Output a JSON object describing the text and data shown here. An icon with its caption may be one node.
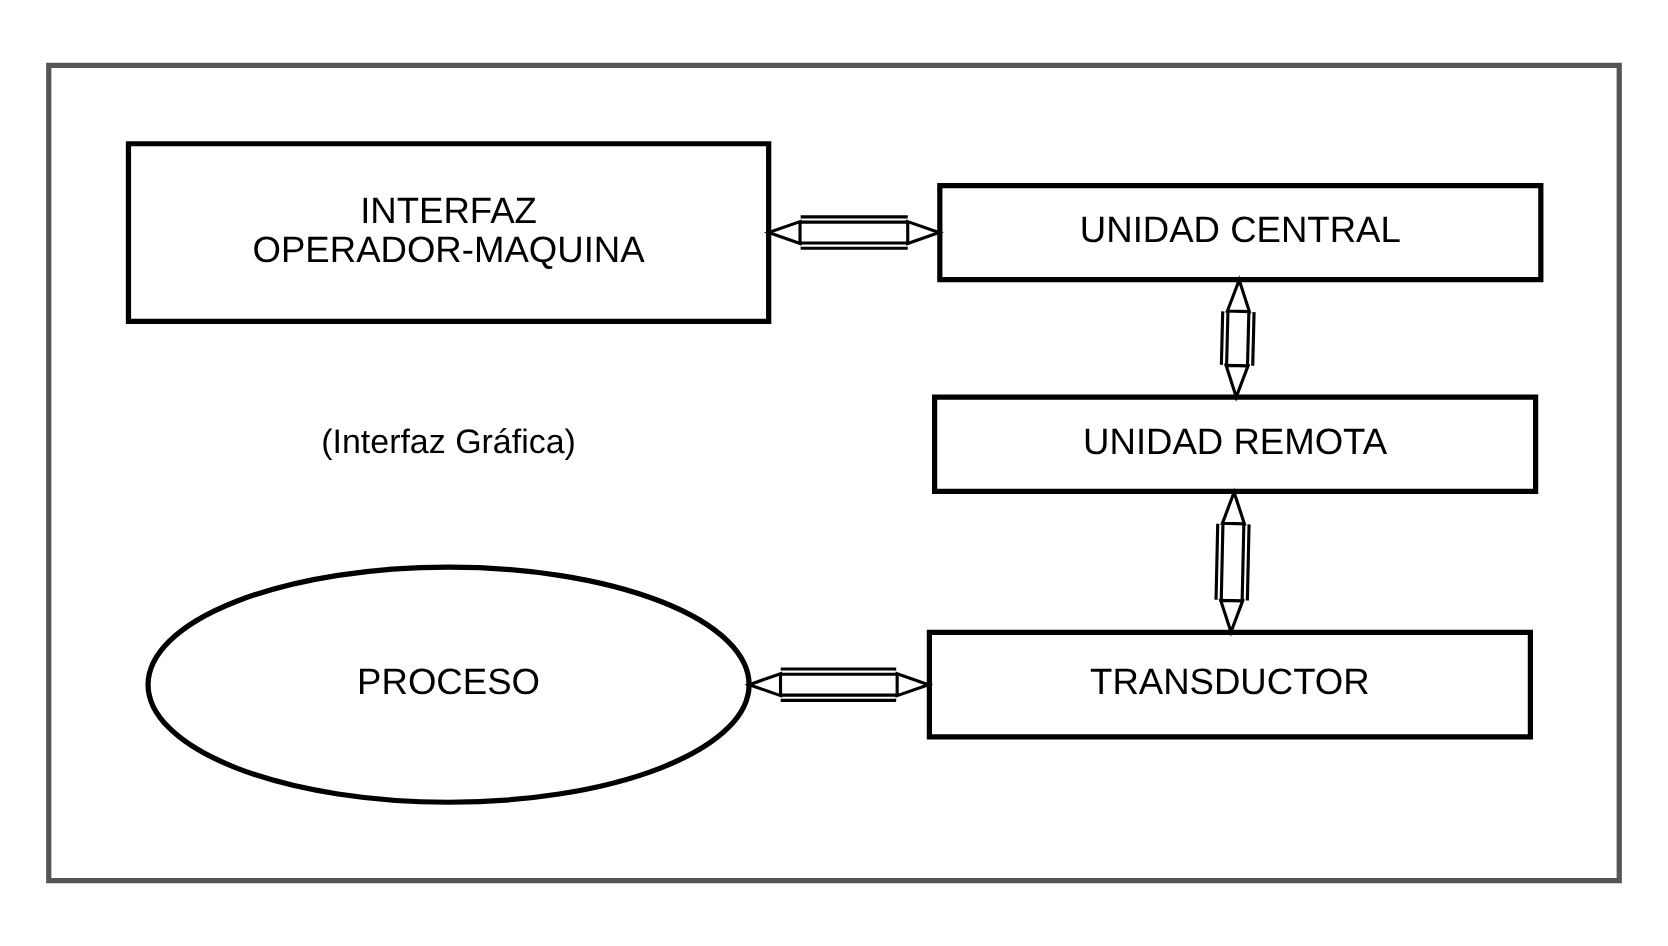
{
  "diagram": {
    "nodes": [
      {
        "text": [],
        "shape": "box"
      },
      {
        "text": [
          "INTERFAZ OPERADOR-MAQUINA"
        ],
        "beside": [
          "(Interfaz Gráfica)"
        ],
        "in": 0
      },
      {
        "text": [
          "UNIDAD CENTRAL"
        ],
        "in": 0
      },
      {
        "text": [
          "UNIDAD REMOTA"
        ],
        "in": 0
      },
      {
        "text": [
          "PROCESO"
        ],
        "in": 0
      },
      {
        "text": [
          "TRANSDUCTOR"
        ],
        "in": 0
      }
    ],
    "edges": [
      {
        "from": 1,
        "to": 2,
        "arrow": "both"
      },
      {
        "from": 2,
        "to": 3,
        "arrow": "both"
      },
      {
        "from": 3,
        "to": 5,
        "arrow": "both"
      },
      {
        "from": 4,
        "to": 5,
        "arrow": "both"
      }
    ]
  }
}
